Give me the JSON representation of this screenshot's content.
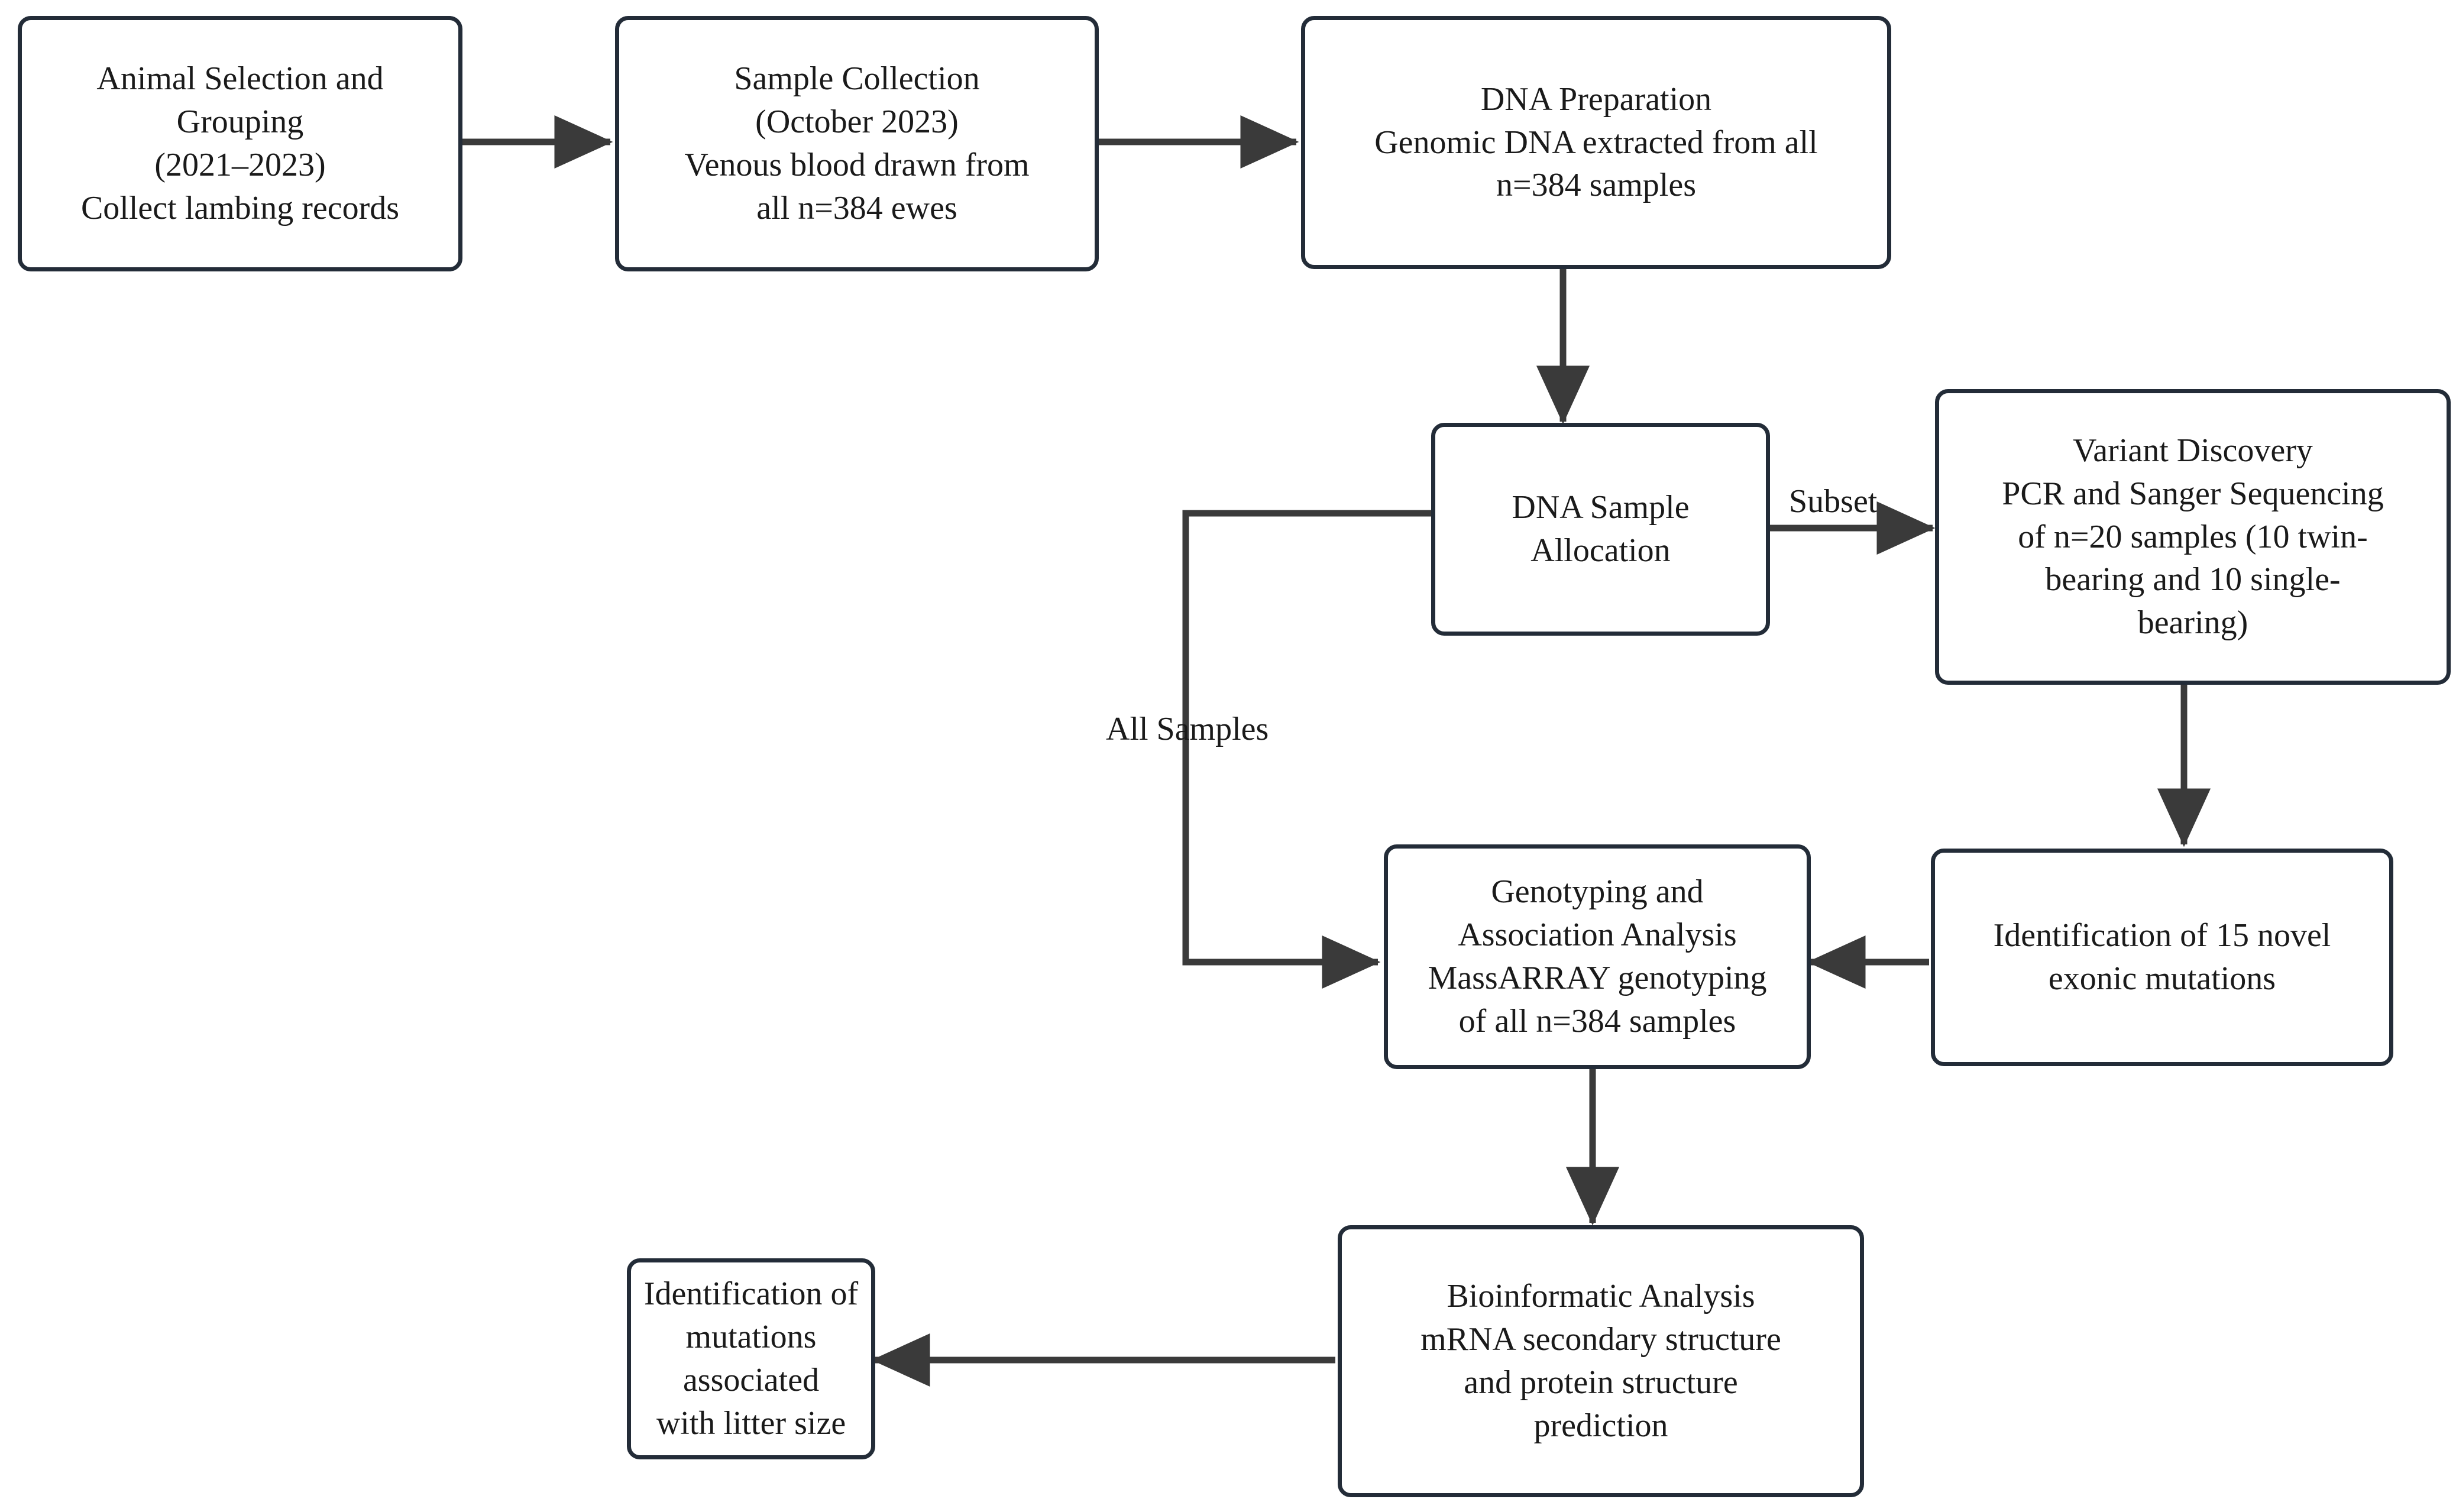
{
  "diagram": {
    "title_text": "",
    "stroke_color": "#232c38",
    "line_color": "#3a3a3a",
    "text_color": "#1a1a1a",
    "background": "#ffffff",
    "nodes": [
      {
        "id": "animal-selection",
        "label": "Animal Selection and\nGrouping\n(2021–2023)\nCollect lambing records"
      },
      {
        "id": "sample-collection",
        "label": "Sample Collection\n(October  2023)\nVenous blood drawn from\nall n=384 ewes"
      },
      {
        "id": "dna-preparation",
        "label": "DNA Preparation\nGenomic DNA extracted from all\nn=384 samples"
      },
      {
        "id": "dna-sample-allocation",
        "label": "DNA Sample\nAllocation"
      },
      {
        "id": "variant-discovery",
        "label": "Variant Discovery\nPCR and Sanger Sequencing\nof n=20 samples (10 twin-\nbearing and 10 single-\nbearing)"
      },
      {
        "id": "novel-mutations",
        "label": "Identification of 15 novel\nexonic mutations"
      },
      {
        "id": "genotyping-association",
        "label": "Genotyping and\nAssociation Analysis\nMassARRAY genotyping\nof all n=384 samples"
      },
      {
        "id": "bioinformatic-analysis",
        "label": "Bioinformatic Analysis\nmRNA secondary structure\nand protein structure\nprediction"
      },
      {
        "id": "litter-size-result",
        "label": "Identification of\nmutations associated\nwith litter size"
      }
    ],
    "edge_labels": [
      {
        "id": "subset",
        "text": "Subset"
      },
      {
        "id": "all-samples",
        "text": "All Samples"
      }
    ]
  }
}
